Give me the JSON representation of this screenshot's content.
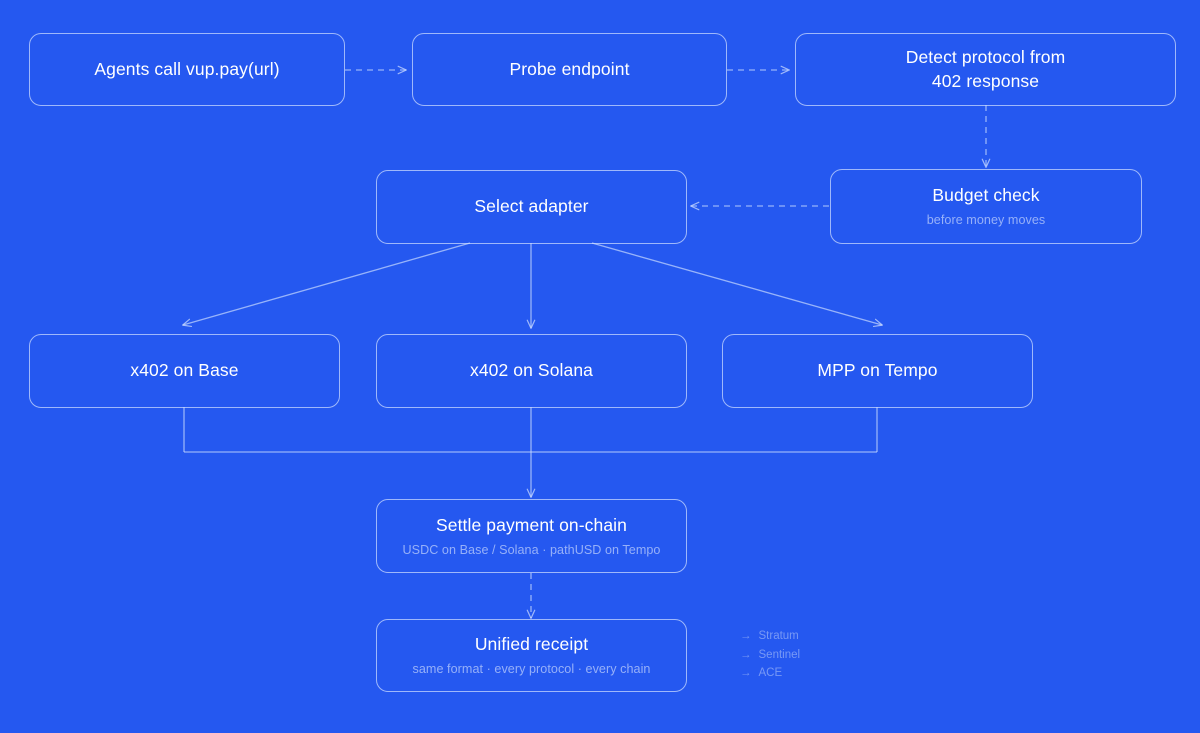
{
  "diagram": {
    "background_color": "#2558f0",
    "border_color": "#cedeff",
    "text_color": "#ffffff",
    "muted_text_color": "#c6d6fc",
    "nodes": [
      {
        "id": "agents-call",
        "title": "Agents call vup.pay(url)",
        "subtitle": ""
      },
      {
        "id": "probe-endpoint",
        "title": "Probe endpoint",
        "subtitle": ""
      },
      {
        "id": "detect-protocol",
        "title": "Detect protocol from\n402 response",
        "subtitle": ""
      },
      {
        "id": "budget-check",
        "title": "Budget check",
        "subtitle": "before money moves"
      },
      {
        "id": "select-adapter",
        "title": "Select adapter",
        "subtitle": ""
      },
      {
        "id": "x402-base",
        "title": "x402 on Base",
        "subtitle": ""
      },
      {
        "id": "x402-solana",
        "title": "x402 on Solana",
        "subtitle": ""
      },
      {
        "id": "mpp-tempo",
        "title": "MPP on Tempo",
        "subtitle": ""
      },
      {
        "id": "settle-payment",
        "title": "Settle payment on-chain",
        "subtitle": "USDC on Base / Solana · pathUSD on Tempo"
      },
      {
        "id": "unified-receipt",
        "title": "Unified receipt",
        "subtitle": "same format · every protocol · every chain"
      }
    ],
    "legend": [
      {
        "arrow": "→",
        "label": "Stratum"
      },
      {
        "arrow": "→",
        "label": "Sentinel"
      },
      {
        "arrow": "→",
        "label": "ACE"
      }
    ]
  }
}
